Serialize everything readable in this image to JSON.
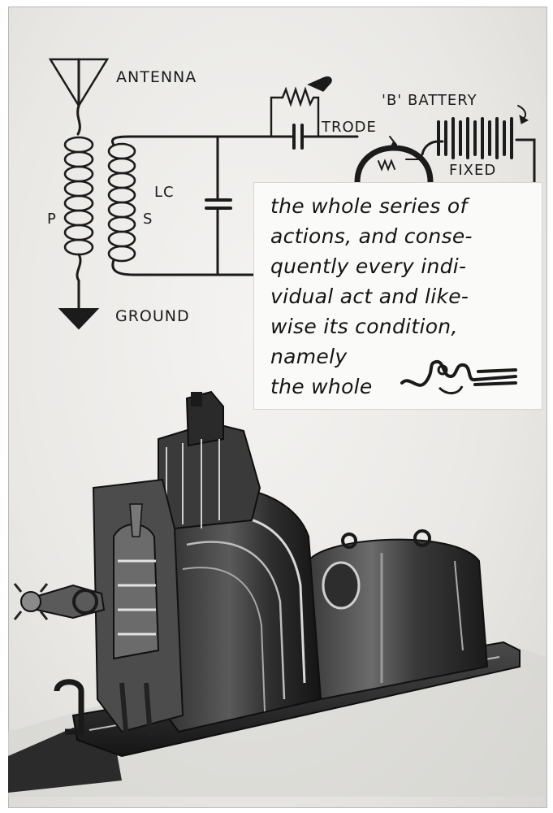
{
  "diagram_labels": {
    "antenna": "ANTENNA",
    "ground": "GROUND",
    "lc": "LC",
    "primary": "P",
    "secondary": "S",
    "trode": "TRODE",
    "b_battery": "'B' BATTERY",
    "fixed": "FIXED"
  },
  "caption": {
    "lines": [
      "the whole series of",
      "actions, and conse-",
      "quently every indi-",
      "vidual act and like-",
      "wise its condition,",
      "namely",
      "the whole"
    ]
  },
  "colors": {
    "paper": "#eeede9",
    "ink": "#1b1b1b",
    "caption_background": "#fafaf8"
  }
}
